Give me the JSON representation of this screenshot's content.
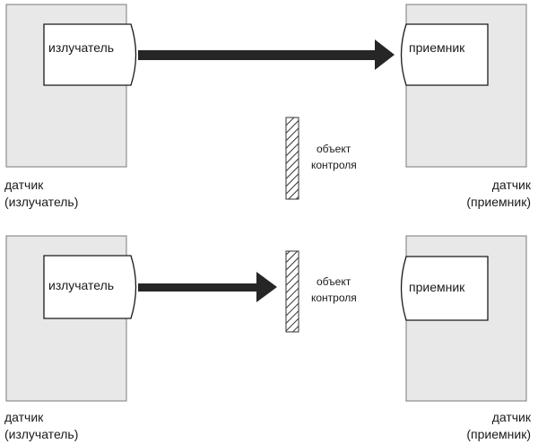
{
  "scene_top": {
    "emitter_label": "излучатель",
    "receiver_label": "приемник",
    "object_label_line1": "объект",
    "object_label_line2": "контроля",
    "left_caption_line1": "датчик",
    "left_caption_line2": "(излучатель)",
    "right_caption_line1": "датчик",
    "right_caption_line2": "(приемник)"
  },
  "scene_bottom": {
    "emitter_label": "излучатель",
    "receiver_label": "приемник",
    "object_label_line1": "объект",
    "object_label_line2": "контроля",
    "left_caption_line1": "датчик",
    "left_caption_line2": "(излучатель)",
    "right_caption_line1": "датчик",
    "right_caption_line2": "(приемник)"
  },
  "colors": {
    "sensor_fill": "#e8e8e8",
    "stroke": "#7a7a7a",
    "arrow": "#262626"
  }
}
